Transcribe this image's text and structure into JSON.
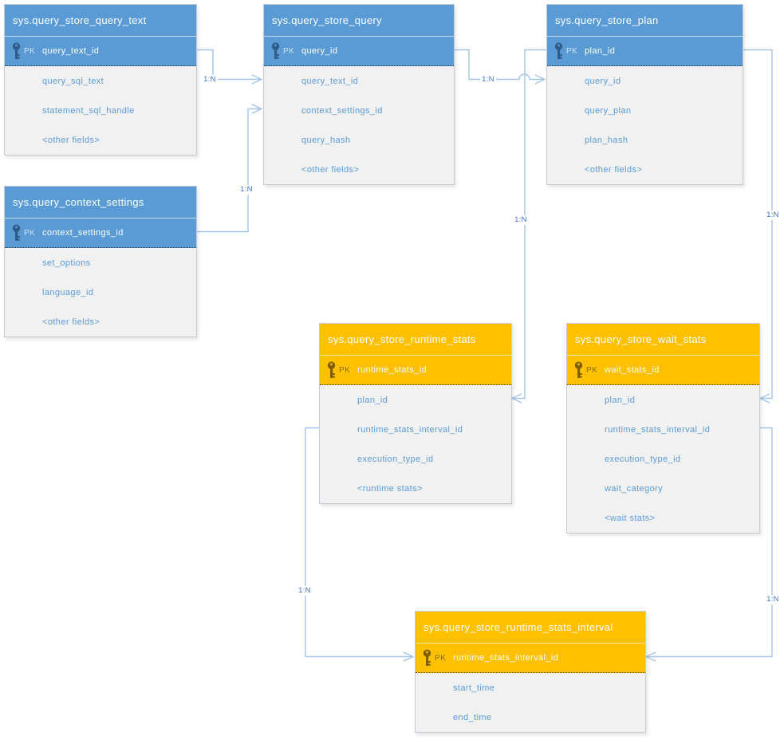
{
  "diagram": {
    "kind": "entity-relationship-diagram",
    "subject": "SQL Server Query Store catalog views"
  },
  "colors": {
    "header_blue": "#5b9bd5",
    "header_orange": "#ffc000",
    "field_text": "#5b9bd5",
    "body_background": "#f1f1f1",
    "connector_line": "#a3c4e8",
    "relationship_label_text": "#4472c4"
  },
  "tables": [
    {
      "name": "sys.query_store_query_text",
      "theme": "blue",
      "pk_label": "PK",
      "pk_field": "query_text_id",
      "fields": [
        "query_sql_text",
        "statement_sql_handle",
        "<other fields>"
      ]
    },
    {
      "name": "sys.query_store_query",
      "theme": "blue",
      "pk_label": "PK",
      "pk_field": "query_id",
      "fields": [
        "query_text_id",
        "context_settings_id",
        "query_hash",
        "<other fields>"
      ]
    },
    {
      "name": "sys.query_store_plan",
      "theme": "blue",
      "pk_label": "PK",
      "pk_field": "plan_id",
      "fields": [
        "query_id",
        "query_plan",
        "plan_hash",
        "<other fields>"
      ]
    },
    {
      "name": "sys.query_context_settings",
      "theme": "blue",
      "pk_label": "PK",
      "pk_field": "context_settings_id",
      "fields": [
        "set_options",
        "language_id",
        "<other fields>"
      ]
    },
    {
      "name": "sys.query_store_runtime_stats",
      "theme": "orange",
      "pk_label": "PK",
      "pk_field": "runtime_stats_id",
      "fields": [
        "plan_id",
        "runtime_stats_interval_id",
        "execution_type_id",
        "<runtime stats>"
      ]
    },
    {
      "name": "sys.query_store_wait_stats",
      "theme": "orange",
      "pk_label": "PK",
      "pk_field": "wait_stats_id",
      "fields": [
        "plan_id",
        "runtime_stats_interval_id",
        "execution_type_id",
        "wait_category",
        "<wait stats>"
      ]
    },
    {
      "name": "sys.query_store_runtime_stats_interval",
      "theme": "orange",
      "pk_label": "PK",
      "pk_field": "runtime_stats_interval_id",
      "fields": [
        "start_time",
        "end_time"
      ]
    }
  ],
  "relationships": [
    {
      "label": "1:N",
      "from": "sys.query_store_query_text.query_text_id",
      "to": "sys.query_store_query.query_text_id"
    },
    {
      "label": "1:N",
      "from": "sys.query_context_settings.context_settings_id",
      "to": "sys.query_store_query.context_settings_id"
    },
    {
      "label": "1:N",
      "from": "sys.query_store_query.query_id",
      "to": "sys.query_store_plan.query_id"
    },
    {
      "label": "1:N",
      "from": "sys.query_store_plan.plan_id",
      "to": "sys.query_store_runtime_stats.plan_id"
    },
    {
      "label": "1:N",
      "from": "sys.query_store_plan.plan_id",
      "to": "sys.query_store_wait_stats.plan_id"
    },
    {
      "label": "1:N",
      "from": "sys.query_store_runtime_stats.runtime_stats_interval_id",
      "to": "sys.query_store_runtime_stats_interval.runtime_stats_interval_id"
    },
    {
      "label": "1:N",
      "from": "sys.query_store_wait_stats.runtime_stats_interval_id",
      "to": "sys.query_store_runtime_stats_interval.runtime_stats_interval_id"
    }
  ]
}
